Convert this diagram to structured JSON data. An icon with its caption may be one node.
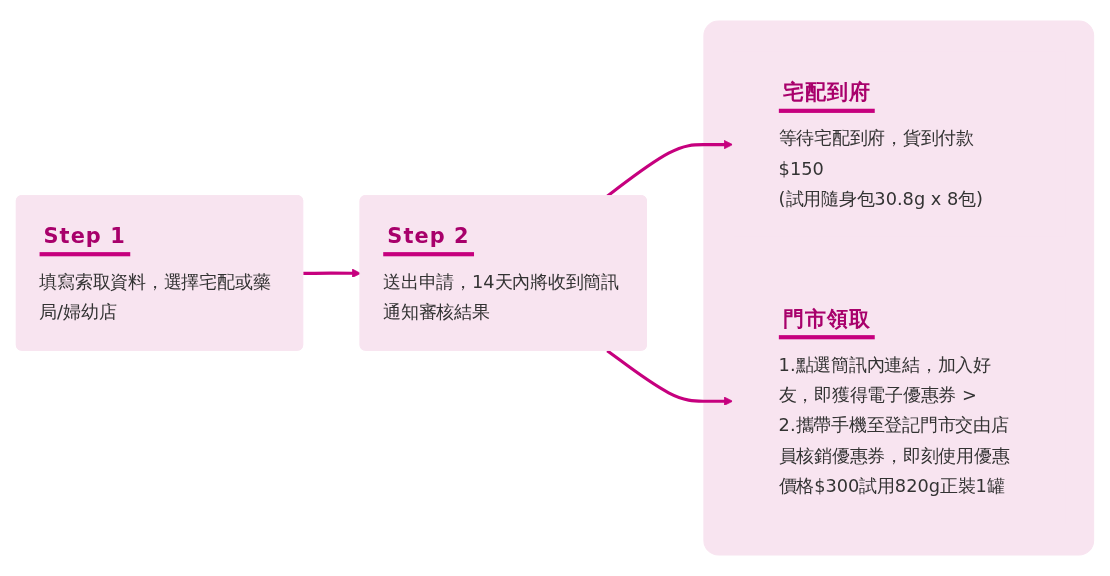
{
  "diagram": {
    "nodes": [
      {
        "text": [
          "Step 1",
          "填寫索取資料，選擇宅配或藥局/婦幼店"
        ]
      },
      {
        "text": [
          "Step 2",
          "送出申請，14天內將收到簡訊通知審核結果"
        ]
      },
      {
        "text": [],
        "shape": "box"
      },
      {
        "text": [
          "宅配到府",
          "等待宅配到府，貨到付款$150",
          "(試用隨身包30.8g x 8包)"
        ],
        "in": 2
      },
      {
        "text": [
          "門市領取",
          "1.點選簡訊內連結，加入好友，即獲得電子優惠券 >",
          "2.攜帶手機至登記門市交由店員核銷優惠券，即刻使用優惠價格$300試用820g正裝1罐"
        ],
        "in": 2
      }
    ],
    "edges": [
      {
        "from": 0,
        "to": 1,
        "arrow": "to"
      },
      {
        "from": 1,
        "to": 3,
        "arrow": "to"
      },
      {
        "from": 1,
        "to": 4,
        "arrow": "to"
      }
    ]
  }
}
